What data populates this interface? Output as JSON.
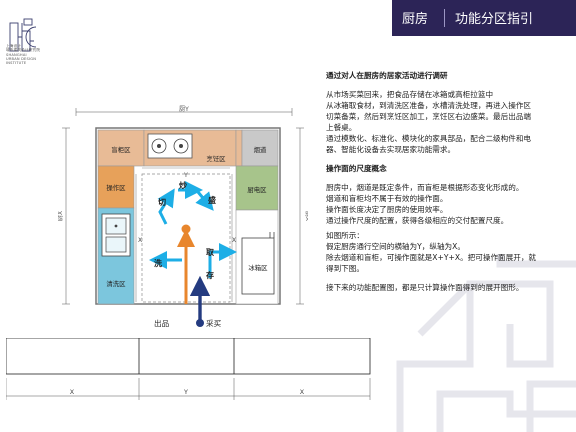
{
  "header": {
    "section": "厨房",
    "title": "功能分区指引",
    "bg": "#2c2457"
  },
  "logo": {
    "lines": [
      "上海设计",
      "城市建筑设计研究院",
      "SHANGHAI",
      "URBAN DESIGN",
      "INSTITUTE"
    ]
  },
  "text": {
    "intro_heading": "通过对人在厨房的居家活动进行调研",
    "para1": [
      "从市场买菜回来，把食品存储在冰箱或高柜拉篮中",
      "从冰箱取食材，到清洗区准备，水槽清洗处理，再进入操作区",
      "切菜备菜，然后到烹饪区加工，烹饪区右边盛菜。最后出品端",
      "上餐桌。",
      "通过模数化、标准化、模块化的家具部品，配合二级构件和电",
      "器、智能化设备去实现居家功能需求。"
    ],
    "concept_heading": "操作面的尺度概念",
    "para2": [
      "厨房中，烟道是既定条件，而盲柜是根据形态变化形成的。",
      "烟道和盲柜均不属于有效的操作面。",
      "操作面长度决定了厨房的使用效率。",
      "通过操作尺度的配置，获得各级相应的交付配置尺度。"
    ],
    "para3": [
      "如图所示：",
      "假定厨房通行空间的横轴为Y，纵轴为X。",
      "除去烟道和盲柜，可操作面就是X+Y+X。把可操作面展开，就",
      "得到下图。"
    ],
    "para4": [
      "接下来的功能配置图，都是只计算操作面得到的展开图形。"
    ]
  },
  "diagram": {
    "zones": {
      "blind": "盲柜区",
      "stove": "烹饪区",
      "flue": "烟道",
      "prep": "操作区",
      "elec": "厨电区",
      "wash": "清洗区",
      "fridge": "冰箱区"
    },
    "flow": {
      "cut": "切",
      "stir": "炒",
      "serve": "盛",
      "wash": "洗",
      "take": "取",
      "store": "存"
    },
    "labels": {
      "out": "出品",
      "buy": "采买"
    },
    "dims": {
      "top": "厨Y",
      "left": "厨X",
      "right": "厨X",
      "x": "X",
      "y": "Y"
    },
    "flat_dims": [
      "X",
      "Y",
      "X"
    ],
    "colors": {
      "tan": "#e8bb96",
      "gray": "#c9c9c9",
      "orange": "#e7a15a",
      "green": "#a7c48b",
      "blue": "#7cc6dd",
      "arrow_blue": "#1daee6",
      "arrow_orange": "#e8862d",
      "navy": "#243b80"
    }
  }
}
